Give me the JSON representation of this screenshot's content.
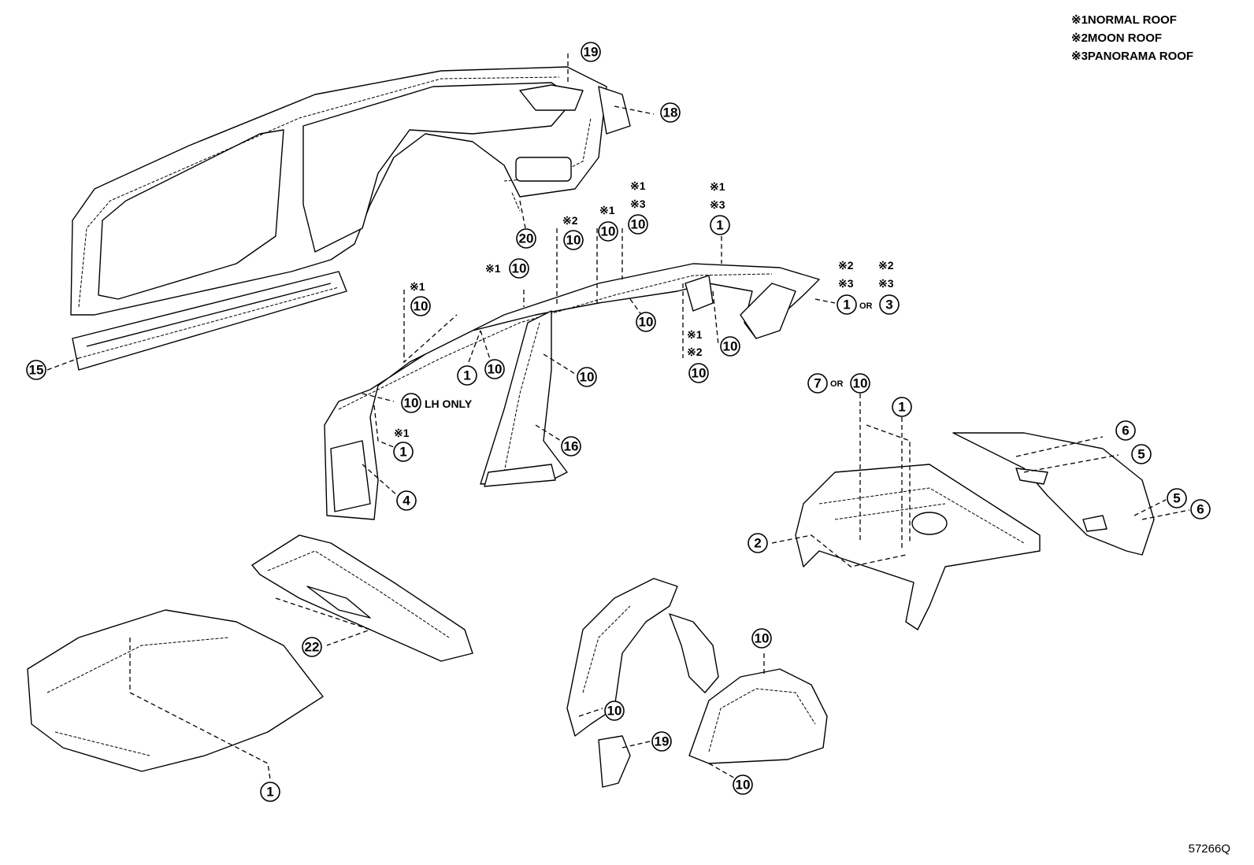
{
  "legend": {
    "items": [
      {
        "mark": "※1",
        "label": "NORMAL ROOF"
      },
      {
        "mark": "※2",
        "label": "MOON ROOF"
      },
      {
        "mark": "※3",
        "label": "PANORAMA ROOF"
      }
    ]
  },
  "diagram_code": "57266Q",
  "callouts": [
    {
      "id": "c19a",
      "num": "19"
    },
    {
      "id": "c18",
      "num": "18"
    },
    {
      "id": "c20",
      "num": "20"
    },
    {
      "id": "c15",
      "num": "15"
    },
    {
      "id": "c10a",
      "num": "10"
    },
    {
      "id": "c10b",
      "num": "10"
    },
    {
      "id": "c10c",
      "num": "10"
    },
    {
      "id": "c10d",
      "num": "10"
    },
    {
      "id": "c1a",
      "num": "1"
    },
    {
      "id": "c10e",
      "num": "10"
    },
    {
      "id": "c10f",
      "num": "10"
    },
    {
      "id": "c10g",
      "num": "10"
    },
    {
      "id": "c10h",
      "num": "10"
    },
    {
      "id": "c10i",
      "num": "10"
    },
    {
      "id": "c1b",
      "num": "1"
    },
    {
      "id": "c10j",
      "num": "10"
    },
    {
      "id": "c16",
      "num": "16"
    },
    {
      "id": "c10k",
      "num": "10"
    },
    {
      "id": "c10l",
      "num": "10"
    },
    {
      "id": "c1c",
      "num": "1"
    },
    {
      "id": "c4",
      "num": "4"
    },
    {
      "id": "c1d",
      "num": "1"
    },
    {
      "id": "c1e",
      "num": "1"
    },
    {
      "id": "c3",
      "num": "3"
    },
    {
      "id": "c7",
      "num": "7"
    },
    {
      "id": "c10m",
      "num": "10"
    },
    {
      "id": "c1f",
      "num": "1"
    },
    {
      "id": "c6a",
      "num": "6"
    },
    {
      "id": "c5a",
      "num": "5"
    },
    {
      "id": "c5b",
      "num": "5"
    },
    {
      "id": "c6b",
      "num": "6"
    },
    {
      "id": "c2",
      "num": "2"
    },
    {
      "id": "c22",
      "num": "22"
    },
    {
      "id": "c10n",
      "num": "10"
    },
    {
      "id": "c10o",
      "num": "10"
    },
    {
      "id": "c19b",
      "num": "19"
    },
    {
      "id": "c10p",
      "num": "10"
    },
    {
      "id": "c1g",
      "num": "1"
    }
  ],
  "notes": [
    {
      "id": "n1",
      "text": "※1"
    },
    {
      "id": "n2",
      "text": "※1"
    },
    {
      "id": "n3",
      "text": "※2"
    },
    {
      "id": "n4",
      "text": "※1"
    },
    {
      "id": "n5",
      "text": "※1"
    },
    {
      "id": "n6",
      "text": "※3"
    },
    {
      "id": "n7",
      "text": "※1"
    },
    {
      "id": "n8",
      "text": "※3"
    },
    {
      "id": "n9",
      "text": "※2"
    },
    {
      "id": "n10",
      "text": "※3"
    },
    {
      "id": "n11",
      "text": "※2"
    },
    {
      "id": "n12",
      "text": "※3"
    },
    {
      "id": "n13",
      "text": "※1"
    },
    {
      "id": "n14",
      "text": "※2"
    },
    {
      "id": "n15",
      "text": "※1"
    },
    {
      "id": "n16",
      "text": "LH ONLY"
    },
    {
      "id": "n17",
      "text": "OR"
    },
    {
      "id": "n18",
      "text": "OR"
    }
  ]
}
